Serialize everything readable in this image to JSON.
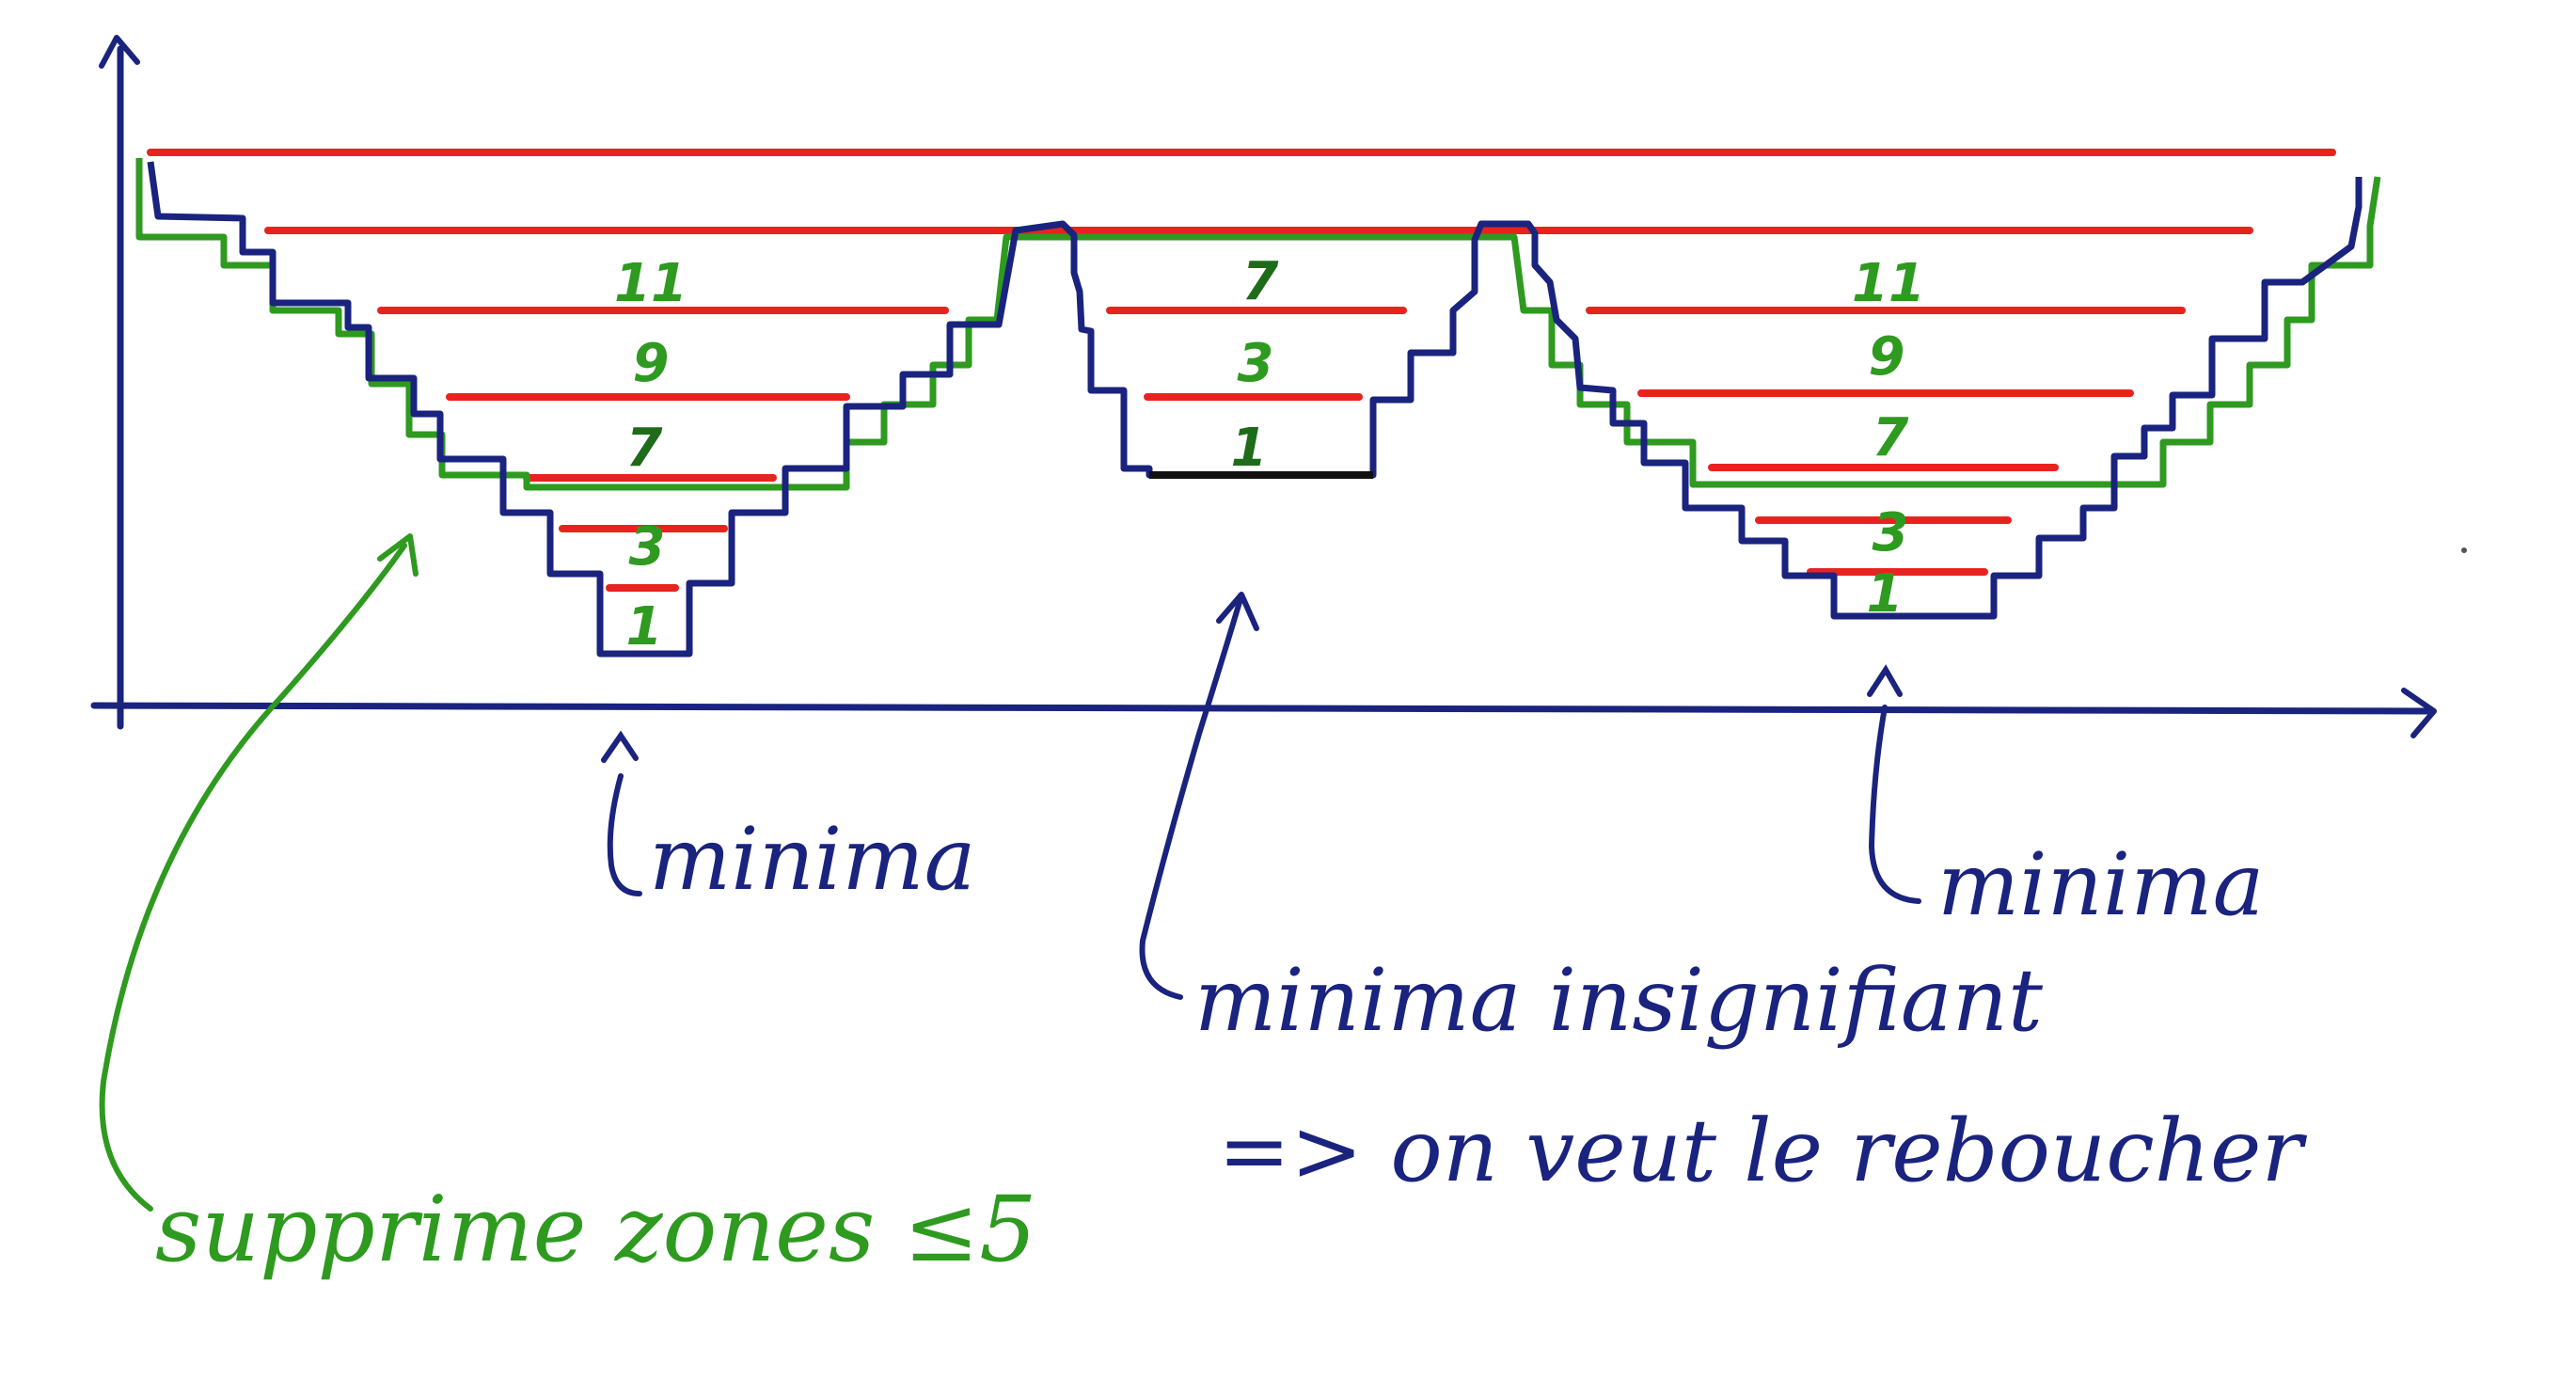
{
  "colors": {
    "axis": "#1a237e",
    "blue_curve": "#1a237e",
    "green_curve": "#2e9a1f",
    "red_levels": "#e8231f",
    "labels_blue": "#1a237e",
    "labels_green": "#2e9a1f"
  },
  "basins": {
    "left": {
      "numbers": [
        "11",
        "9",
        "7",
        "3",
        "1"
      ]
    },
    "middle": {
      "numbers": [
        "7",
        "3",
        "1"
      ]
    },
    "right": {
      "numbers": [
        "11",
        "9",
        "7",
        "3",
        "1"
      ]
    }
  },
  "annotations": {
    "minima_left": "minima",
    "minima_right": "minima",
    "insignificant_line1": "minima insignifiant",
    "insignificant_line2": "=> on veut le reboucher",
    "green_note": "supprime zones ≤5"
  }
}
